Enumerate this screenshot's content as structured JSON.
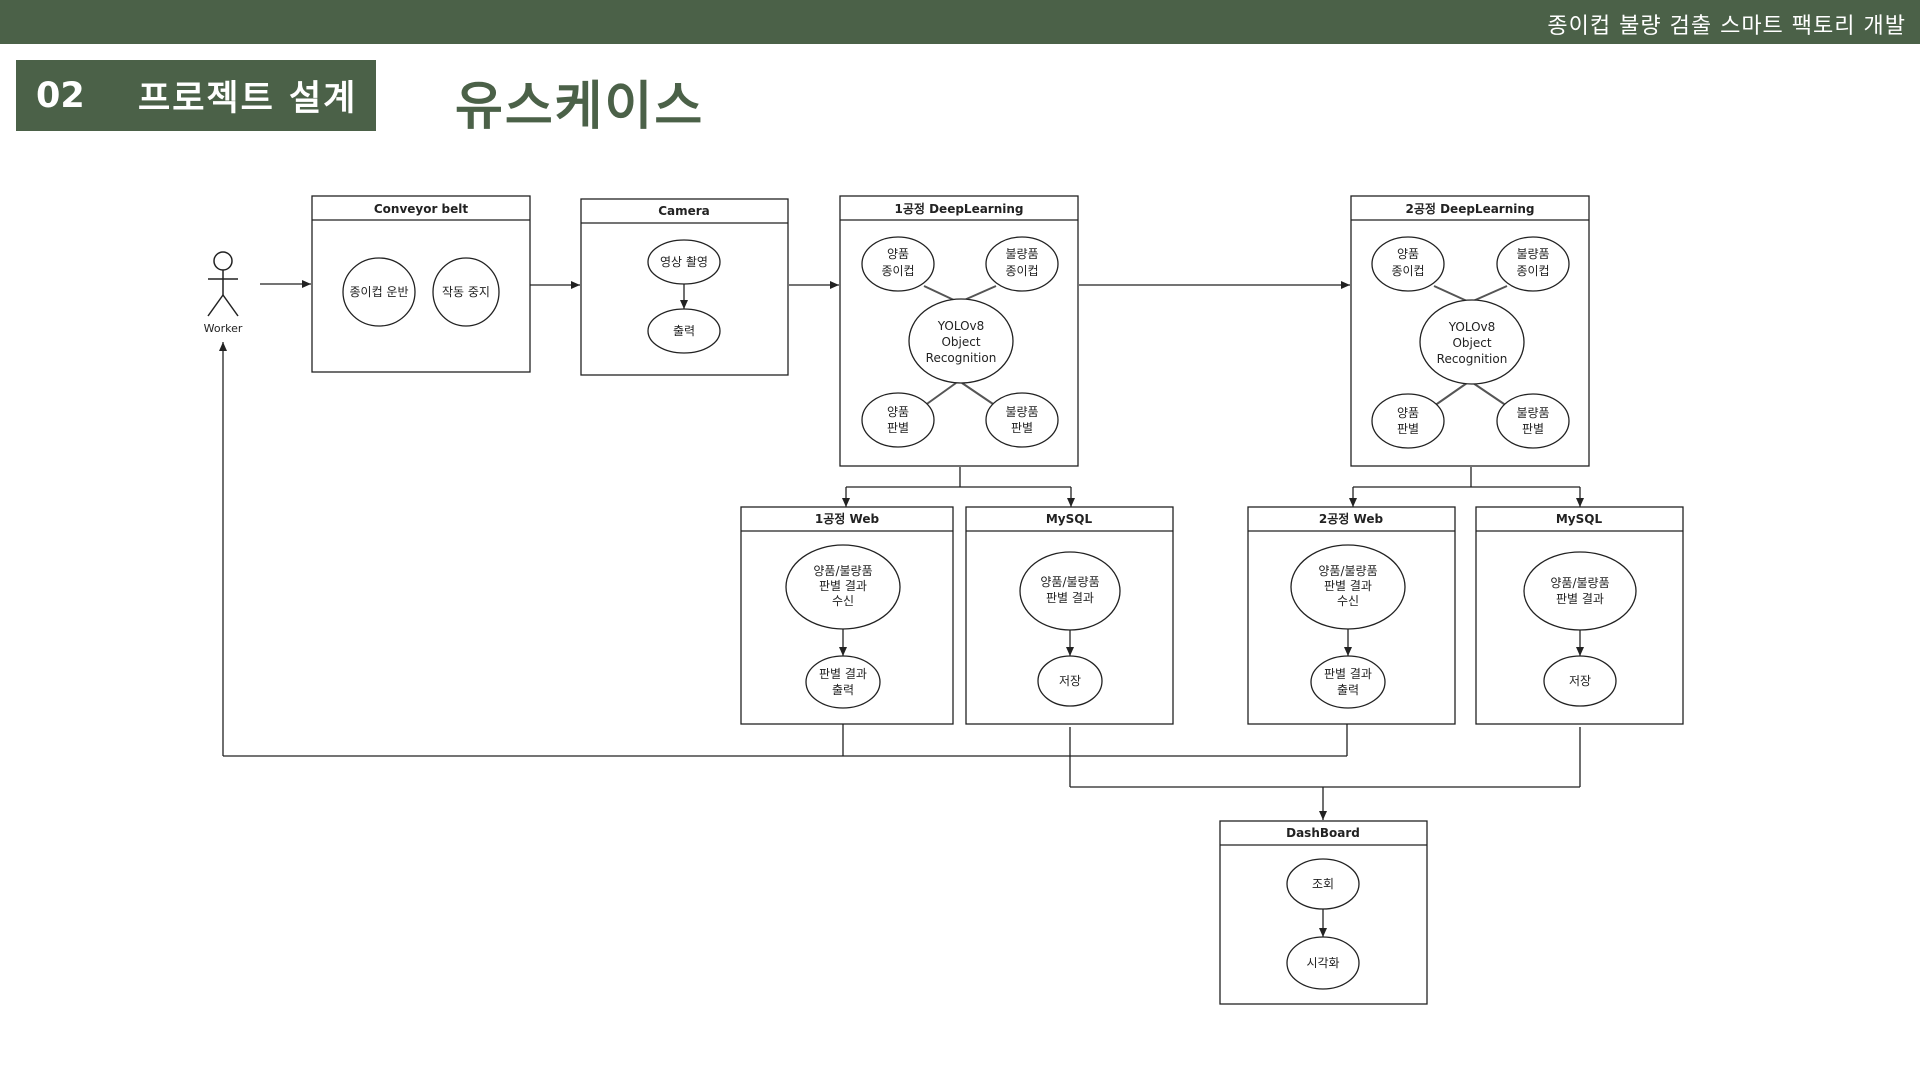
{
  "header": {
    "title": "종이컵 불량 검출 스마트 팩토리 개발"
  },
  "section": {
    "number": "02",
    "label": "프로젝트 설계"
  },
  "page_title": "유스케이스",
  "actor": {
    "label": "Worker"
  },
  "boxes": {
    "conveyor": {
      "title": "Conveyor belt",
      "nodes": {
        "carry": "종이컵 운반",
        "stop": "작동 중지"
      }
    },
    "camera": {
      "title": "Camera",
      "nodes": {
        "shoot": "영상 촬영",
        "output": "출력"
      }
    },
    "dl1": {
      "title": "1공정 DeepLearning",
      "nodes": {
        "good_cup": [
          "양품",
          "종이컵"
        ],
        "bad_cup": [
          "불량품",
          "종이컵"
        ],
        "yolo": [
          "YOLOv8",
          "Object",
          "Recognition"
        ],
        "good_judge": [
          "양품",
          "판별"
        ],
        "bad_judge": [
          "불량품",
          "판별"
        ]
      }
    },
    "dl2": {
      "title": "2공정 DeepLearning",
      "nodes": {
        "good_cup": [
          "양품",
          "종이컵"
        ],
        "bad_cup": [
          "불량품",
          "종이컵"
        ],
        "yolo": [
          "YOLOv8",
          "Object",
          "Recognition"
        ],
        "good_judge": [
          "양품",
          "판별"
        ],
        "bad_judge": [
          "불량품",
          "판별"
        ]
      }
    },
    "web1": {
      "title": "1공정 Web",
      "nodes": {
        "receive": [
          "양품/불량품",
          "판별 결과",
          "수신"
        ],
        "output": [
          "판별 결과",
          "출력"
        ]
      }
    },
    "mysql1": {
      "title": "MySQL",
      "nodes": {
        "result": [
          "양품/불량품",
          "판별 결과"
        ],
        "save": "저장"
      }
    },
    "web2": {
      "title": "2공정 Web",
      "nodes": {
        "receive": [
          "양품/불량품",
          "판별 결과",
          "수신"
        ],
        "output": [
          "판별 결과",
          "출력"
        ]
      }
    },
    "mysql2": {
      "title": "MySQL",
      "nodes": {
        "result": [
          "양품/불량품",
          "판별 결과"
        ],
        "save": "저장"
      }
    },
    "dashboard": {
      "title": "DashBoard",
      "nodes": {
        "query": "조회",
        "visualize": "시각화"
      }
    }
  }
}
